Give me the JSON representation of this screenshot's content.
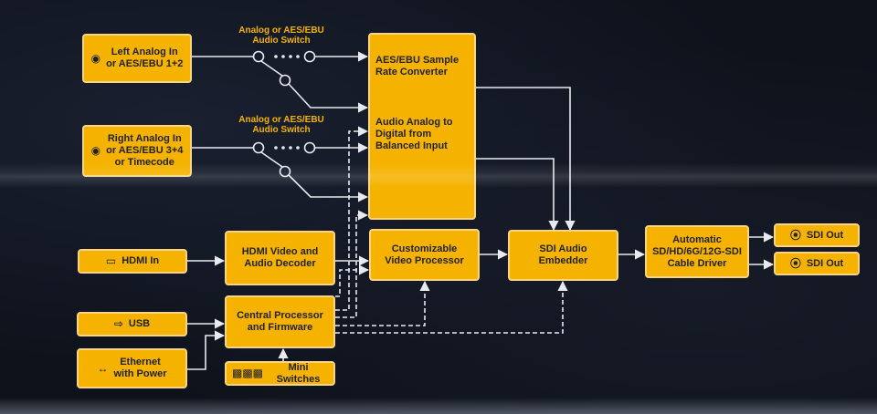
{
  "colors": {
    "box_fill": "#f5b300",
    "label_text": "#f5b300",
    "wire": "#e8eaf0",
    "background": "#0e121b"
  },
  "blocks": {
    "left_analog": {
      "line1": "Left Analog In",
      "line2": "or AES/EBU 1+2",
      "icon": "xlr-connector-icon"
    },
    "right_analog": {
      "line1": "Right Analog In",
      "line2": "or AES/EBU 3+4",
      "line3": "or Timecode",
      "icon": "xlr-connector-icon"
    },
    "aes_converter": {
      "line1": "AES/EBU Sample",
      "line2": "Rate Converter",
      "line3": "Audio Analog to",
      "line4": "Digital from",
      "line5": "Balanced Input"
    },
    "hdmi_in": {
      "label": "HDMI In",
      "icon": "hdmi-port-icon"
    },
    "hdmi_decoder": {
      "line1": "HDMI Video and",
      "line2": "Audio Decoder"
    },
    "video_processor": {
      "line1": "Customizable",
      "line2": "Video Processor"
    },
    "sdi_embedder": {
      "line1": "SDI Audio",
      "line2": "Embedder"
    },
    "cable_driver": {
      "line1": "Automatic",
      "line2": "SD/HD/6G/12G-SDI",
      "line3": "Cable Driver"
    },
    "sdi_out_1": {
      "label": "SDI Out",
      "icon": "bnc-connector-icon"
    },
    "sdi_out_2": {
      "label": "SDI Out",
      "icon": "bnc-connector-icon"
    },
    "usb": {
      "label": "USB",
      "icon": "usb-icon"
    },
    "central_processor": {
      "line1": "Central Processor",
      "line2": "and Firmware"
    },
    "ethernet": {
      "line1": "Ethernet",
      "line2": "with Power",
      "icon": "ethernet-icon"
    },
    "mini_switches": {
      "label": "Mini Switches",
      "icon": "dip-switch-icon"
    }
  },
  "switches": {
    "top": {
      "line1": "Analog or AES/EBU",
      "line2": "Audio Switch"
    },
    "bottom": {
      "line1": "Analog or AES/EBU",
      "line2": "Audio Switch"
    }
  }
}
